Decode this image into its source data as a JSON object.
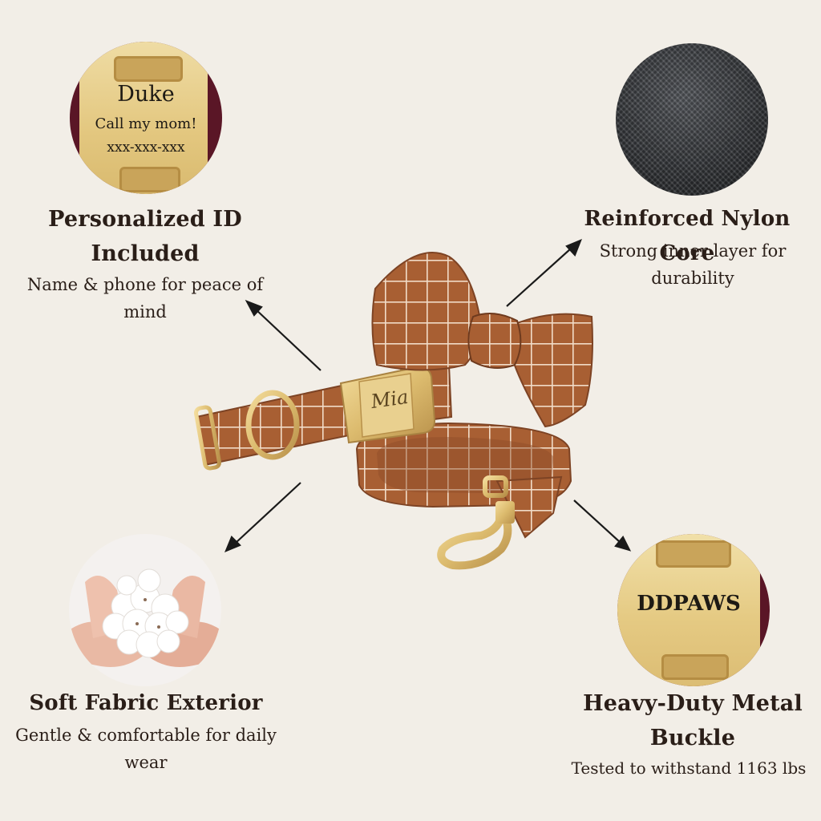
{
  "features": {
    "personalized": {
      "title_line1": "Personalized ID",
      "title_line2": "Included",
      "desc_line1": "Name & phone for peace of",
      "desc_line2": "mind",
      "tag_name": "Duke",
      "tag_line2": "Call my mom!",
      "tag_line3": "xxx-xxx-xxx"
    },
    "nylon": {
      "title": "Reinforced Nylon Core",
      "desc_line1": "Strong inner layer for",
      "desc_line2": "durability"
    },
    "fabric": {
      "title": "Soft Fabric Exterior",
      "desc_line1": "Gentle & comfortable for daily",
      "desc_line2": "wear"
    },
    "buckle": {
      "title_line1": "Heavy-Duty Metal",
      "title_line2": "Buckle",
      "desc": "Tested to withstand 1163 lbs",
      "brand": "DDPAWS"
    }
  },
  "product": {
    "buckle_engraving": "Mia"
  },
  "colors": {
    "background": "#f2eee7",
    "fabric": "#a85f33",
    "gold": "#e0c27a",
    "text": "#2a1e18"
  }
}
